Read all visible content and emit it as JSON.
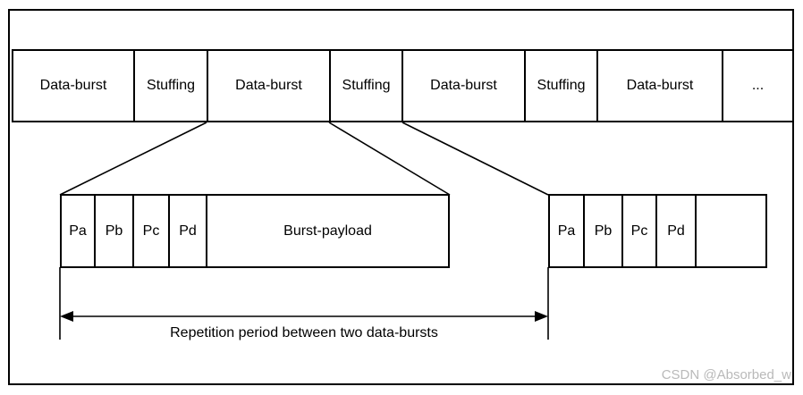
{
  "diagram": {
    "stream_row": {
      "segments": [
        "Data-burst",
        "Stuffing",
        "Data-burst",
        "Stuffing",
        "Data-burst",
        "Stuffing",
        "Data-burst",
        "..."
      ]
    },
    "burst_detail": {
      "first_burst_cells": [
        "Pa",
        "Pb",
        "Pc",
        "Pd",
        "Burst-payload"
      ],
      "next_burst_cells": [
        "Pa",
        "Pb",
        "Pc",
        "Pd",
        ""
      ]
    },
    "annotation": "Repetition period between two data-bursts",
    "colors": {
      "line": "#000000",
      "background": "#ffffff",
      "watermark_text": "#b9b9b9"
    }
  },
  "watermark": "CSDN @Absorbed_w"
}
